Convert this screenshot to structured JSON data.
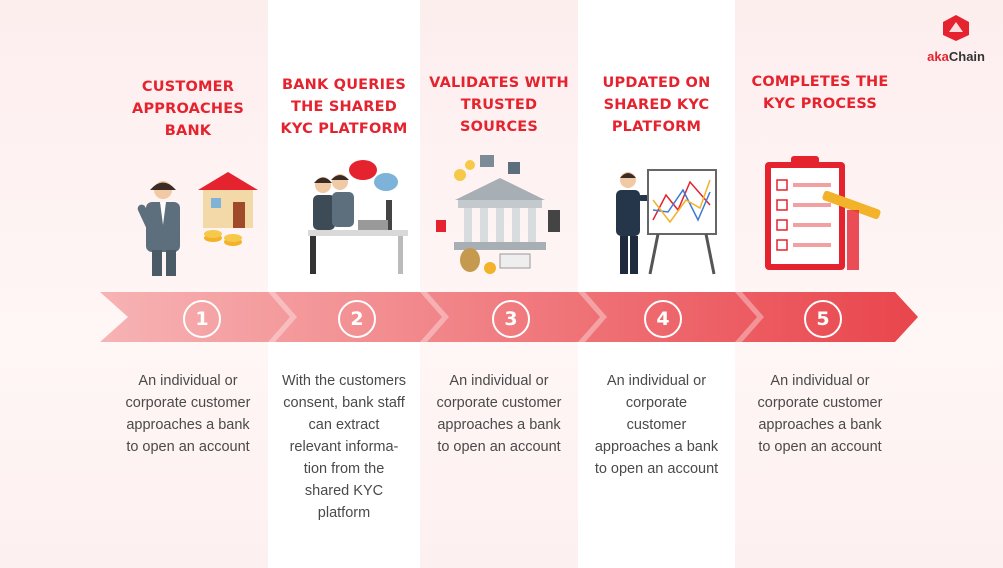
{
  "logo": {
    "prefix": "aka",
    "suffix": "Chain"
  },
  "steps": [
    {
      "number": "1",
      "title_lines": [
        "CUSTOMER",
        "APPROACHES BANK"
      ],
      "desc_lines": [
        "An individual or",
        "corporate customer",
        "approaches a bank",
        "to open an account"
      ]
    },
    {
      "number": "2",
      "title_lines": [
        "BANK QUERIES",
        "THE SHARED",
        "KYC PLATFORM"
      ],
      "desc_lines": [
        "With the customers",
        "consent, bank staff",
        "can extract",
        "relevant informa-",
        "tion from the",
        "shared KYC",
        "platform"
      ]
    },
    {
      "number": "3",
      "title_lines": [
        "VALIDATES WITH",
        "TRUSTED SOURCES"
      ],
      "desc_lines": [
        "An individual or",
        "corporate customer",
        "approaches a bank",
        "to open an account"
      ]
    },
    {
      "number": "4",
      "title_lines": [
        "UPDATED ON",
        "SHARED KYC PLATFORM"
      ],
      "desc_lines": [
        "An individual or",
        "corporate",
        "customer",
        "approaches a bank",
        "to open an account"
      ]
    },
    {
      "number": "5",
      "title_lines": [
        "COMPLETES THE",
        "KYC PROCESS"
      ],
      "desc_lines": [
        "An individual or",
        "corporate customer",
        "approaches a bank",
        "to open an account"
      ]
    }
  ],
  "colors": {
    "accent": "#e5232e",
    "arrow_light": "#f6a9ab",
    "arrow_dark": "#ea4a50",
    "text": "#4a4a4a"
  }
}
